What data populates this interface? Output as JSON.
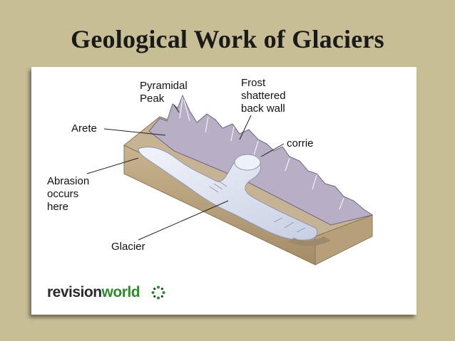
{
  "slide": {
    "title": "Geological Work of Glaciers"
  },
  "labels": {
    "pyramidal_peak": "Pyramidal\nPeak",
    "frost_shattered": "Frost\nshattered\nback wall",
    "arete": "Arete",
    "corrie": "corrie",
    "abrasion": "Abrasion\noccurs\nhere",
    "glacier": "Glacier"
  },
  "brand": {
    "part1": "revision",
    "part2": "world"
  },
  "colors": {
    "background": "#c8be95",
    "ice": "#dde3f0",
    "rock": "#a89878",
    "brand_green": "#2d8a2d"
  }
}
